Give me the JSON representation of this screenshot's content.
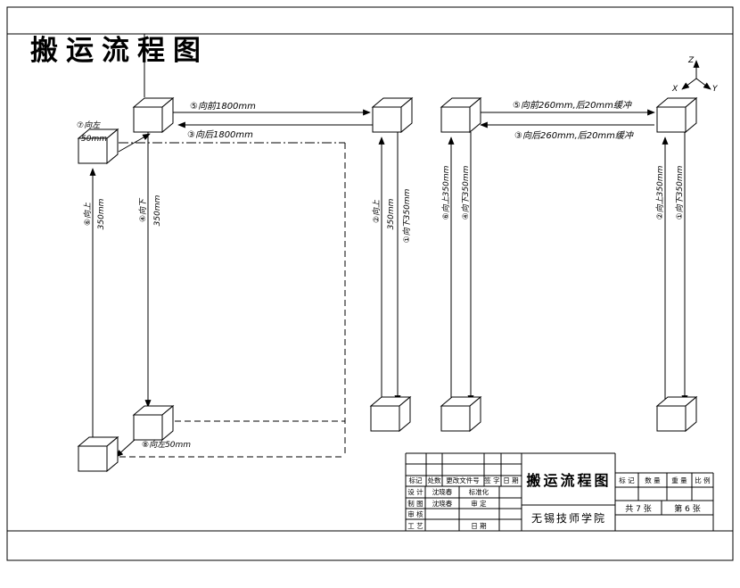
{
  "drawing": {
    "main_title": "搬运流程图",
    "axes": {
      "x": "X",
      "y": "Y",
      "z": "Z"
    },
    "left_structure": {
      "forward": "⑤向前1800mm",
      "backward": "③向后1800mm",
      "shift_left_label": "⑦向左",
      "shift_left_value": "50mm",
      "up_left_label": "⑥向上",
      "up_left_value": "350mm",
      "down_left_label": "④向下",
      "down_left_value": "350mm",
      "up_right_label": "②向上",
      "up_right_value": "350mm",
      "down_right_label": "①向下350mm",
      "shift_left_bottom": "⑧向左50mm"
    },
    "right_structure": {
      "forward": "⑤向前260mm,后20mm缓冲",
      "backward": "③向后260mm,后20mm缓冲",
      "up_left_label": "⑥向上350mm",
      "down_left_label": "④向下350mm",
      "up_right_label": "②向上350mm",
      "down_right_label": "①向下350mm"
    }
  },
  "title_block": {
    "revision_header": {
      "mark": "标记",
      "count": "处数",
      "doc_no": "更改文件号",
      "signature": "签 字",
      "date": "日 期"
    },
    "rows": [
      {
        "label": "设 计",
        "name": "沈晓春",
        "label2": "标准化",
        "value": ""
      },
      {
        "label": "制 图",
        "name": "沈晓春",
        "label2": "审 定",
        "value": ""
      },
      {
        "label": "审 核",
        "name": "",
        "label2": "",
        "value": ""
      },
      {
        "label": "工 艺",
        "name": "",
        "label2": "日 期",
        "value": ""
      }
    ],
    "drawing_title": "搬运流程图",
    "organization": "无锡技师学院",
    "spec_header": {
      "mark": "标 记",
      "quantity": "数 量",
      "weight": "重 量",
      "scale": "比 例"
    },
    "sheet_total": "共 7 张",
    "sheet_no": "第 6 张"
  },
  "colors": {
    "accent": "#ff0000",
    "line": "#000000"
  }
}
